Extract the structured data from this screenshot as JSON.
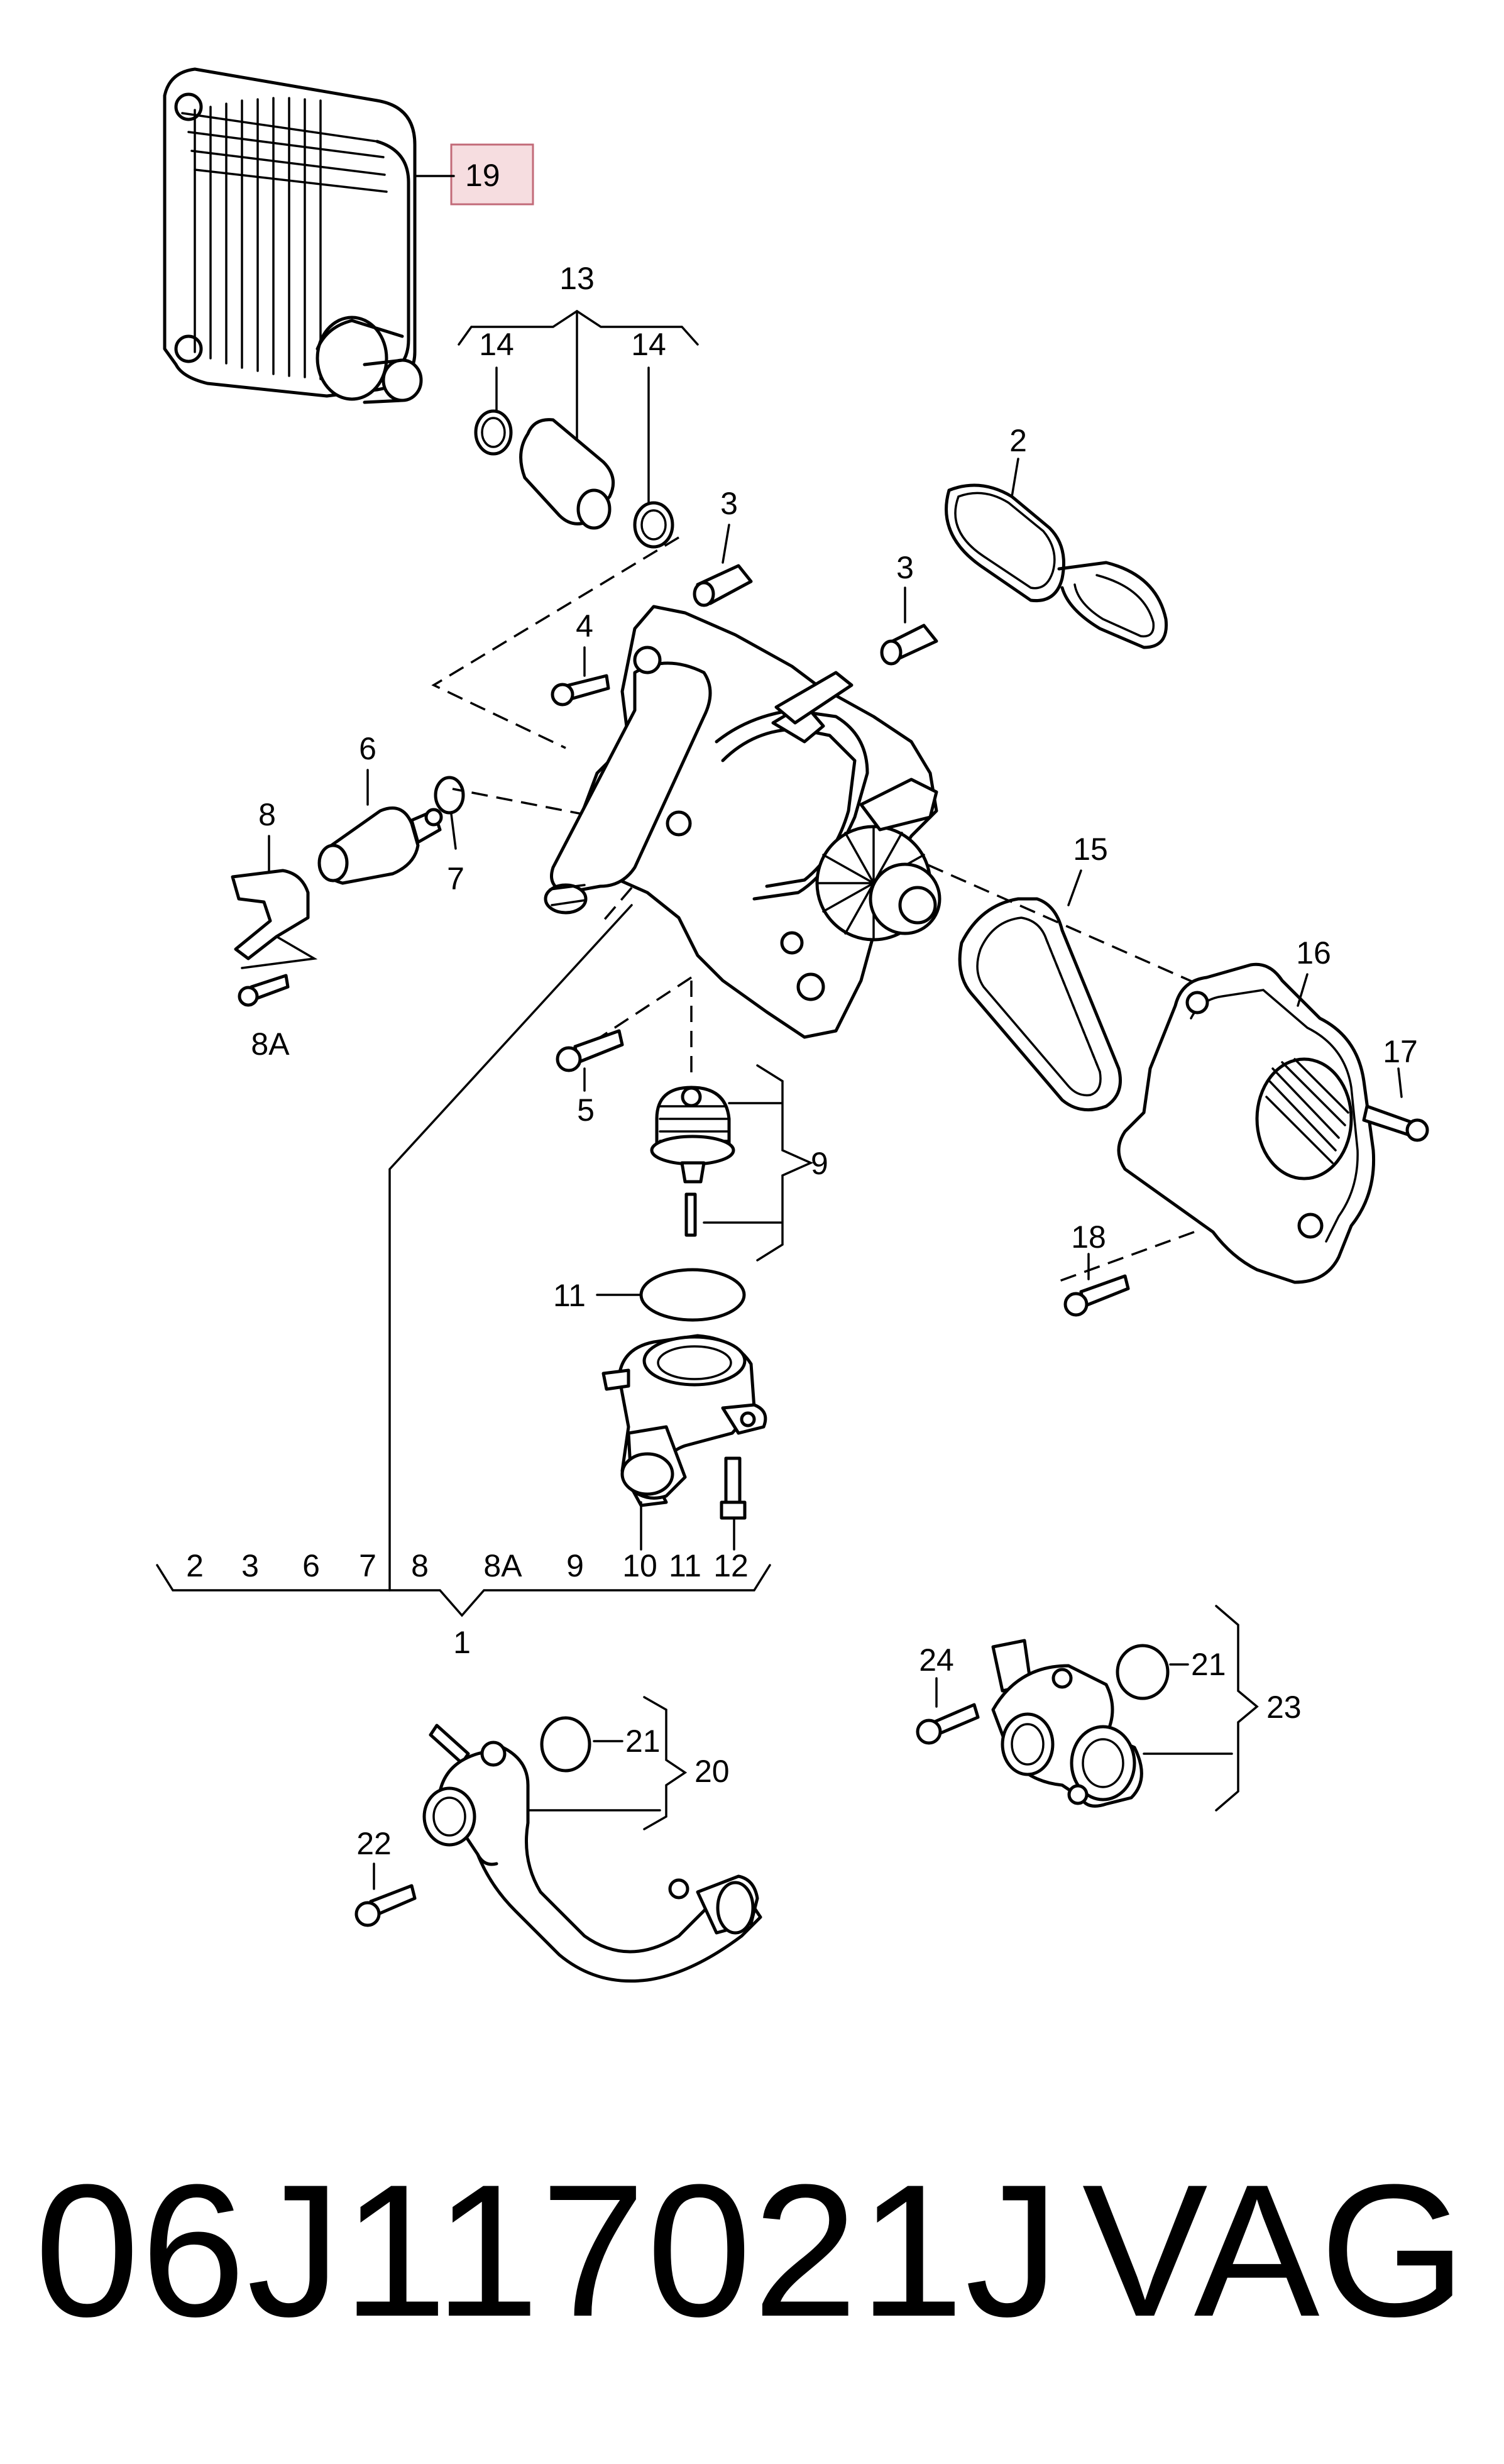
{
  "callouts": {
    "c1": "1",
    "c2a": "2",
    "c3a": "3",
    "c3b": "3",
    "c4": "4",
    "c5": "5",
    "c6": "6",
    "c7": "7",
    "c8": "8",
    "c8a": "8A",
    "c9": "9",
    "c10": "10",
    "c11": "11",
    "c12": "12",
    "c13": "13",
    "c14a": "14",
    "c14b": "14",
    "c15": "15",
    "c16": "16",
    "c17": "17",
    "c18": "18",
    "c19": "19",
    "c20": "20",
    "c21a": "21",
    "c21b": "21",
    "c22": "22",
    "c23": "23",
    "c24": "24"
  },
  "kit_list": [
    "2",
    "3",
    "6",
    "7",
    "8",
    "8A",
    "9",
    "10",
    "11",
    "12"
  ],
  "highlight_color": "#e8b4bc",
  "footer": {
    "part_number": "06J117021J",
    "brand": "VAG"
  }
}
